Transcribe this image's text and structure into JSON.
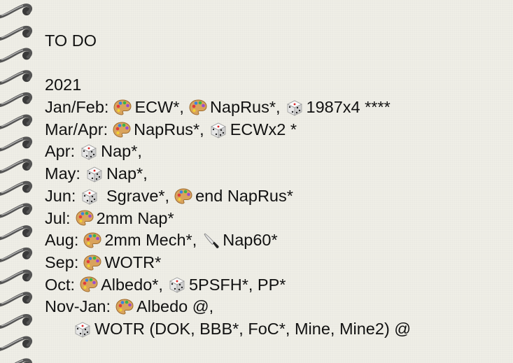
{
  "title": "TO DO",
  "year": "2021",
  "entries": [
    {
      "month": "Jan/Feb:",
      "items": [
        {
          "icon": "palette-icon",
          "text": "ECW*,"
        },
        {
          "icon": "palette-icon",
          "text": "NapRus*,"
        },
        {
          "icon": "dice-icon",
          "text": "1987x4 ****"
        }
      ]
    },
    {
      "month": "Mar/Apr:",
      "items": [
        {
          "icon": "palette-icon",
          "text": "NapRus*,"
        },
        {
          "icon": "dice-icon",
          "text": "ECWx2 *"
        }
      ]
    },
    {
      "month": "Apr:",
      "items": [
        {
          "icon": "dice-icon",
          "text": "Nap*,"
        }
      ]
    },
    {
      "month": "May:",
      "items": [
        {
          "icon": "dice-icon",
          "text": "Nap*,"
        }
      ]
    },
    {
      "month": "Jun:",
      "items": [
        {
          "icon": "dice-icon",
          "text": " Sgrave*,"
        },
        {
          "icon": "palette-icon",
          "text": "end NapRus*"
        }
      ]
    },
    {
      "month": "Jul:",
      "items": [
        {
          "icon": "palette-icon",
          "text": "2mm Nap*"
        }
      ]
    },
    {
      "month": "Aug:",
      "items": [
        {
          "icon": "palette-icon",
          "text": "2mm Mech*,"
        },
        {
          "icon": "knife-icon",
          "text": "Nap60*"
        }
      ]
    },
    {
      "month": "Sep:",
      "items": [
        {
          "icon": "palette-icon",
          "text": "WOTR*"
        }
      ]
    },
    {
      "month": "Oct:",
      "items": [
        {
          "icon": "palette-icon",
          "text": "Albedo*,"
        },
        {
          "icon": "dice-icon",
          "text": "5PSFH*, PP*"
        }
      ]
    },
    {
      "month": "Nov-Jan:",
      "items": [
        {
          "icon": "palette-icon",
          "text": "Albedo @,"
        }
      ]
    },
    {
      "month": "",
      "indent": true,
      "items": [
        {
          "icon": "dice-icon",
          "text": "WOTR (DOK, BBB*, FoC*, Mine, Mine2) @"
        }
      ]
    }
  ],
  "colors": {
    "paper": "#efeee6",
    "ink": "#111111",
    "spiral": "#4a4a4a"
  }
}
